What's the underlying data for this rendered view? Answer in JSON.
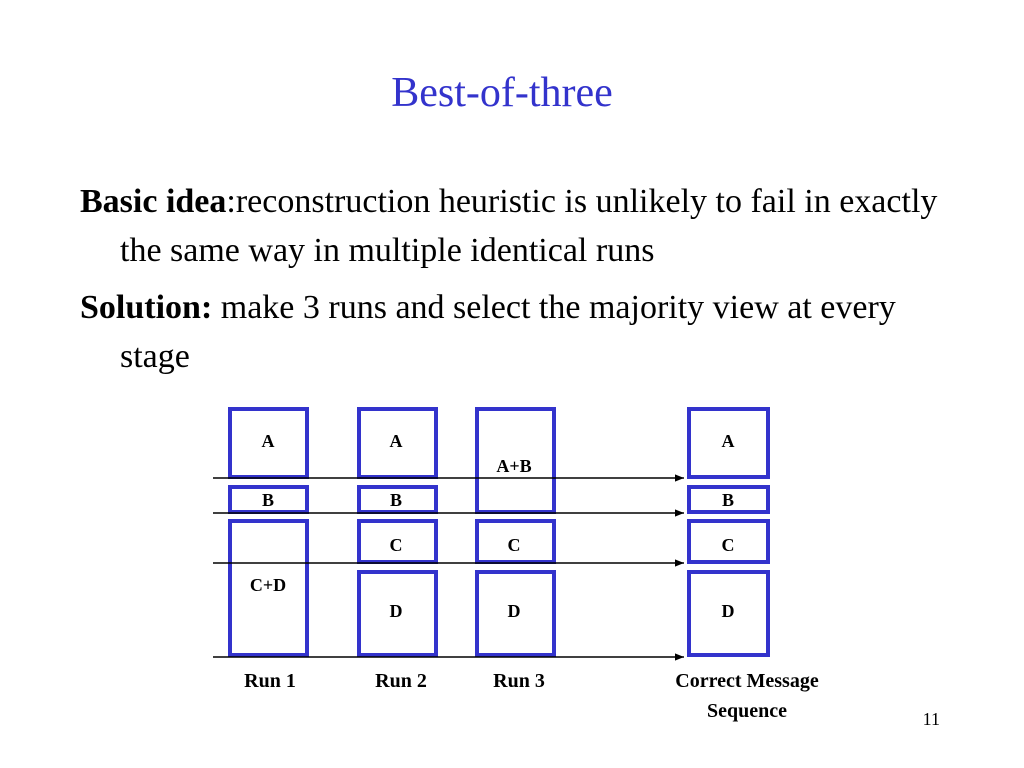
{
  "slide": {
    "title": "Best-of-three",
    "page_number": "11",
    "colors": {
      "title": "#3333cc",
      "block_border": "#3333cc",
      "text": "#000000"
    }
  },
  "bullets": [
    {
      "lead": "Basic idea",
      "text": ":reconstruction heuristic is unlikely to fail in exactly the same way in multiple identical runs"
    },
    {
      "lead": "Solution:",
      "text": " make 3 runs and select the majority view at every stage"
    }
  ],
  "diagram": {
    "runs": [
      {
        "label": "Run 1",
        "blocks": [
          "A",
          "B",
          "C+D"
        ]
      },
      {
        "label": "Run 2",
        "blocks": [
          "A",
          "B",
          "C",
          "D"
        ]
      },
      {
        "label": "Run 3",
        "blocks": [
          "A+B",
          "C",
          "D"
        ]
      },
      {
        "label_line1": "Correct Message",
        "label_line2": "Sequence",
        "blocks": [
          "A",
          "B",
          "C",
          "D"
        ]
      }
    ],
    "arrows": 4
  }
}
